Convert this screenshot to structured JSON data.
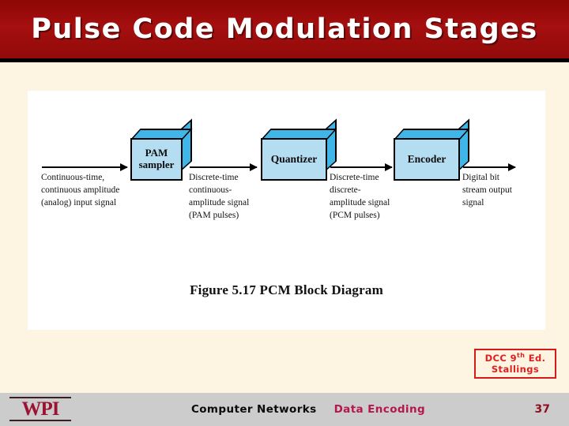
{
  "slide": {
    "title": "Pulse Code Modulation Stages",
    "accent_banner_color": "#9c0b0b",
    "page_background": "#fdf5e2",
    "panel_background": "#ffffff"
  },
  "diagram": {
    "figure_caption": "Figure 5.17  PCM Block Diagram",
    "block_fill": "#b4ddf2",
    "block_shade": "#3fb5e8",
    "blocks": [
      {
        "id": "pam-sampler",
        "label": "PAM\nsampler"
      },
      {
        "id": "quantizer",
        "label": "Quantizer"
      },
      {
        "id": "encoder",
        "label": "Encoder"
      }
    ],
    "signals": [
      {
        "id": "input-signal",
        "text": "Continuous-time,\ncontinuous amplitude\n(analog) input signal"
      },
      {
        "id": "pam-signal",
        "text": "Discrete-time\ncontinuous-\namplitude signal\n(PAM pulses)"
      },
      {
        "id": "pcm-signal",
        "text": "Discrete-time\ndiscrete-\namplitude signal\n(PCM pulses)"
      },
      {
        "id": "output-signal",
        "text": "Digital bit\nstream output\nsignal"
      }
    ]
  },
  "citation": {
    "line1_prefix": "DCC 9",
    "line1_sup": "th",
    "line1_suffix": " Ed.",
    "line2": "Stallings",
    "color": "#e02020"
  },
  "footer": {
    "logo": "WPI",
    "course": "Computer Networks",
    "topic": "Data Encoding",
    "page_number": "37",
    "background": "#cccccc",
    "topic_color": "#b5174a"
  }
}
